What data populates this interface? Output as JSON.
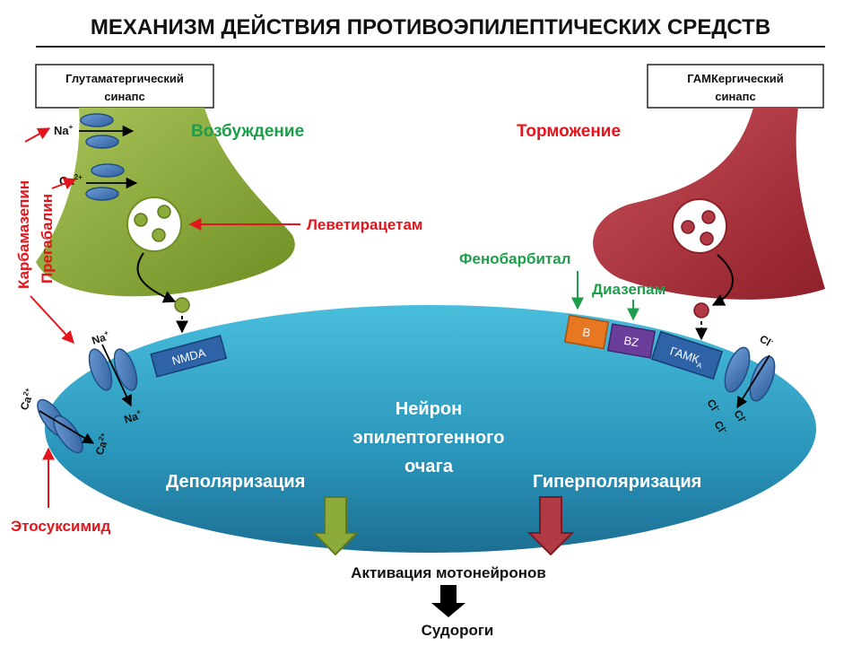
{
  "title": "МЕХАНИЗМ ДЕЙСТВИЯ ПРОТИВОЭПИЛЕПТИЧЕСКИХ СРЕДСТВ",
  "synapse_left": {
    "line1": "Глутаматергический",
    "line2": "синапс"
  },
  "synapse_right": {
    "line1": "ГАМКергический",
    "line2": "синапс"
  },
  "excitation": "Возбуждение",
  "inhibition": "Торможение",
  "ions": {
    "na_top": "Na",
    "na_top_sup": "+",
    "ca_top": "Ca",
    "ca_top_sup": "2+",
    "na_left": "Na",
    "na_left_sup": "+",
    "na_left2": "Na",
    "na_left2_sup": "+",
    "ca_left": "Ca",
    "ca_left_sup": "2+",
    "ca_left2": "Ca",
    "ca_left2_sup": "2+",
    "cl": "Cl",
    "cl_sup": "-"
  },
  "drugs": {
    "carbamazepine": "Карбамазепин",
    "pregabalin": "Прегабалин",
    "levetiracetam": "Леветирацетам",
    "phenobarbital": "Фенобарбитал",
    "diazepam": "Диазепам",
    "ethosuximide": "Этосуксимид"
  },
  "receptors": {
    "nmda": "NMDA",
    "b": "B",
    "bz": "BZ",
    "gaba": "ГАМК",
    "gaba_sub": "А"
  },
  "neuron": {
    "line1": "Нейрон",
    "line2": "эпилептогенного",
    "line3": "очага"
  },
  "depolarization": "Деполяризация",
  "hyperpolarization": "Гиперполяризация",
  "motoneuron_activation": "Активация мотонейронов",
  "seizures": "Судороги",
  "colors": {
    "green_synapse": "#8CAB3A",
    "red_synapse": "#A8323A",
    "neuron_fill": "#2E9DC0",
    "drug_red": "#E3141B",
    "drug_green": "#1E9E4A",
    "ion_channel": "#4A7FC1",
    "receptor_blue": "#2E63A8",
    "receptor_orange": "#E87722",
    "receptor_purple": "#6A3D9A"
  }
}
